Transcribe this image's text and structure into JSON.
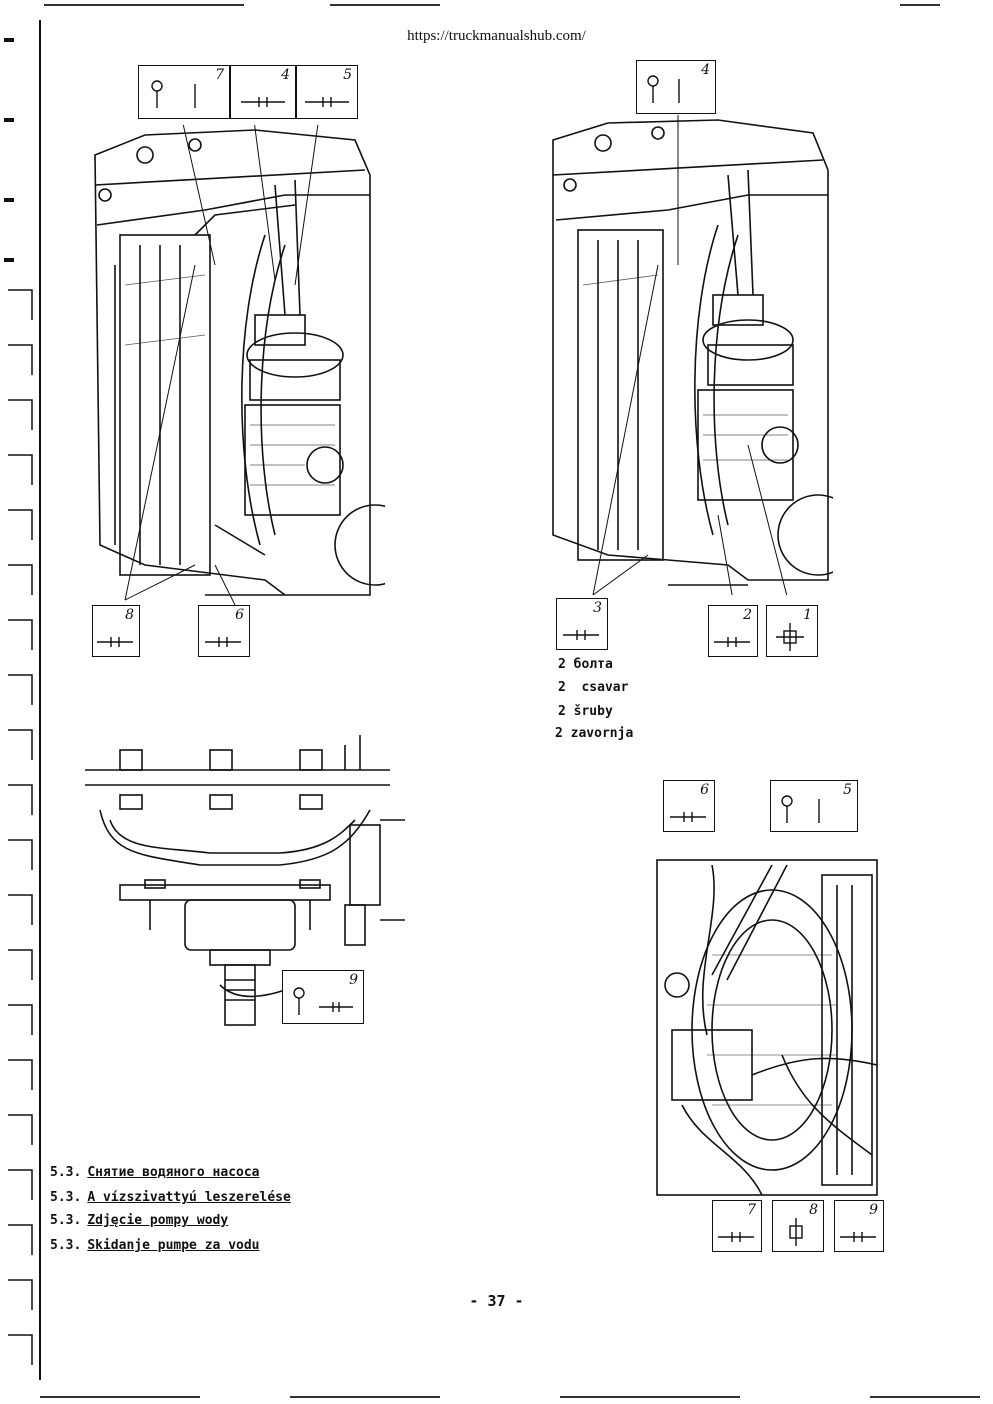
{
  "source_url": "https://truckmanualshub.com/",
  "figures": {
    "top_left": {
      "callouts": [
        "7",
        "4",
        "5",
        "8",
        "6"
      ]
    },
    "top_right": {
      "callouts": [
        "4",
        "3",
        "2",
        "1"
      ]
    },
    "middle_left": {
      "callouts": [
        "9"
      ]
    },
    "bottom_right": {
      "callouts": [
        "6",
        "5",
        "7",
        "8",
        "9"
      ]
    }
  },
  "bolt_notes": [
    "2 болта",
    "2  csavar",
    "2 šruby",
    "2 zavornja"
  ],
  "section_headings": [
    {
      "number": "5.3.",
      "title": "Снятие водяного насоса"
    },
    {
      "number": "5.3.",
      "title": "A vízszivattyú leszerelése"
    },
    {
      "number": "5.3.",
      "title": "Zdjęcie pompy wody"
    },
    {
      "number": "5.3.",
      "title": "Skidanje pumpe za vodu"
    }
  ],
  "page_number": "- 37 -"
}
